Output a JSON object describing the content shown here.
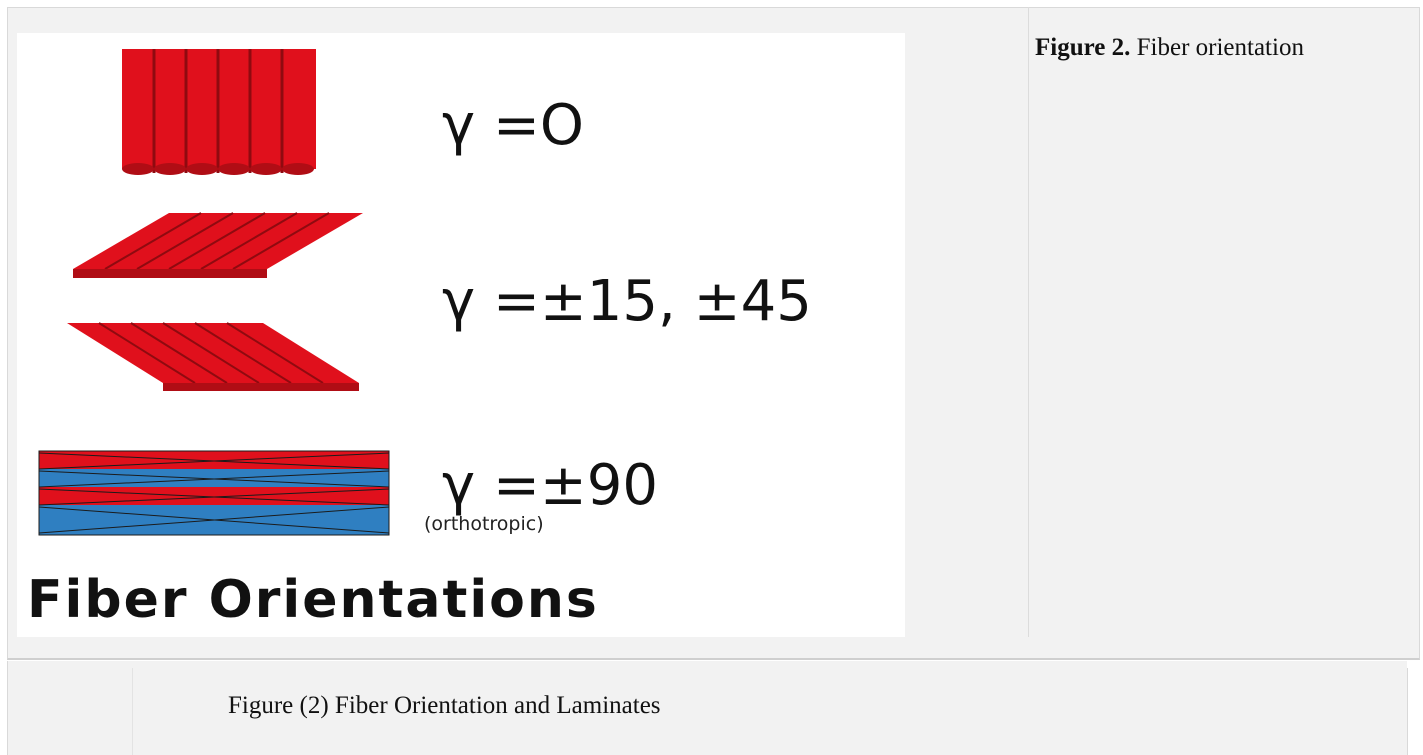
{
  "side_caption": {
    "bold": "Figure 2.",
    "text": " Fiber orientation"
  },
  "figure": {
    "labels": {
      "gamma_0": "γ =O",
      "gamma_15_45": "γ =±15, ±45",
      "gamma_90": "γ =±90",
      "orthotropic": "(orthotropic)"
    },
    "title": "Fiber Orientations",
    "colors": {
      "fiber_red": "#e0101c",
      "fiber_dark": "#8f0a10",
      "fiber_blue": "#2f7fc1"
    }
  },
  "bottom_caption": "Figure (2)  Fiber Orientation and Laminates"
}
